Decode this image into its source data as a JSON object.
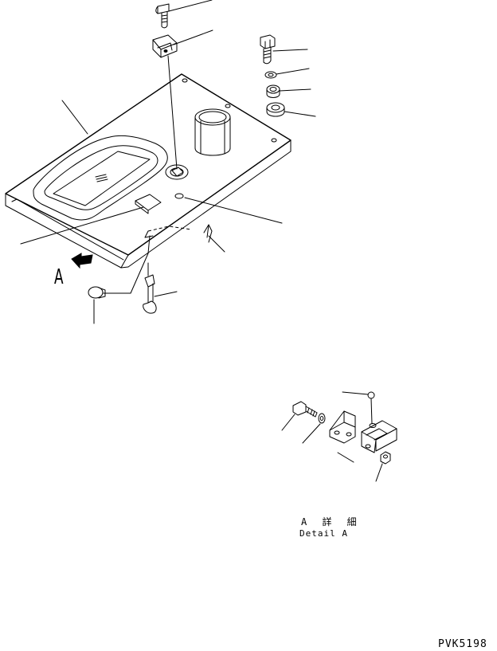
{
  "view_marker": {
    "label": "A"
  },
  "detail": {
    "title_ja": "A 詳 細",
    "title_en": "Detail A"
  },
  "drawing_code": "PVK5198",
  "colors": {
    "line": "#000000",
    "background": "#ffffff"
  }
}
